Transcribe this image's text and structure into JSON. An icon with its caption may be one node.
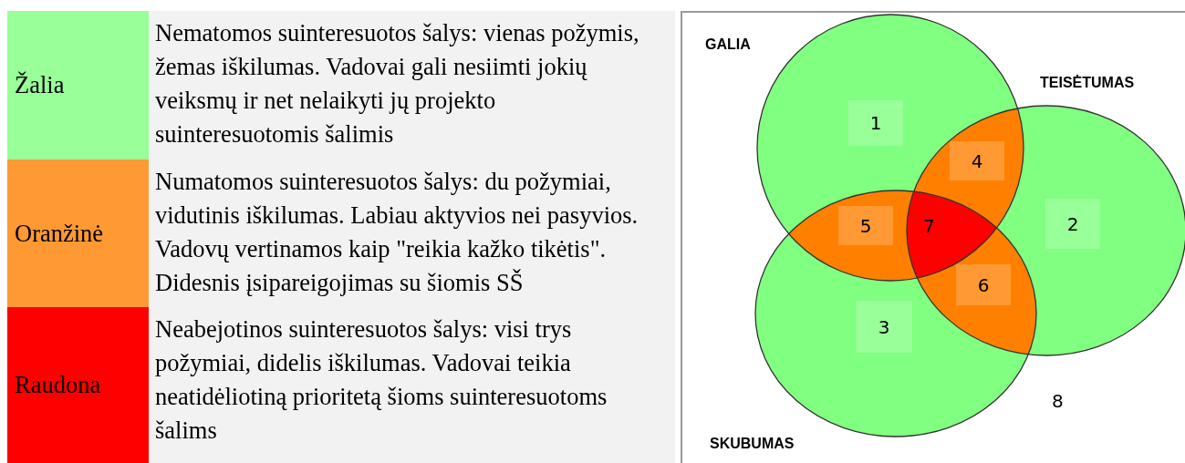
{
  "diagram": {
    "nodes": [
      {
        "text": [
          "GALIA"
        ]
      },
      {
        "text": [
          "TEISĖTUMAS"
        ]
      },
      {
        "text": [
          "SKUBUMAS"
        ]
      },
      {
        "text": [
          "1"
        ],
        "in": 0
      },
      {
        "text": [
          "2"
        ],
        "in": 1
      },
      {
        "text": [
          "3"
        ],
        "in": 2
      },
      {
        "text": [
          "4"
        ]
      },
      {
        "text": [
          "5"
        ]
      },
      {
        "text": [
          "6"
        ]
      }
    ],
    "edges": [],
    "labels": [
      "Žalia",
      "Nematomos suinteresuotos šalys: vienas požymis, žemas iškilumas. Vadovai gali nesiimti jokių veiksmų ir net nelaikyti jų projekto suinteresuotomis šalimis",
      "Oranžinė",
      "Numatomos suinteresuotos šalys: du požymiai, vidutinis iškilumas. Labiau aktyvios nei pasyvios. Vadovų vertinamos kaip \"reikia kažko tikėtis\". Didesnis įsipareigojimas su šiomis SŠ",
      "Raudona",
      "Neabejotinos suinteresuotos šalys: visi trys požymiai, didelis iškilumas. Vadovai teikia neatidėliotiną prioritetą šioms suinteresuotoms šalims",
      "7",
      "8"
    ]
  }
}
